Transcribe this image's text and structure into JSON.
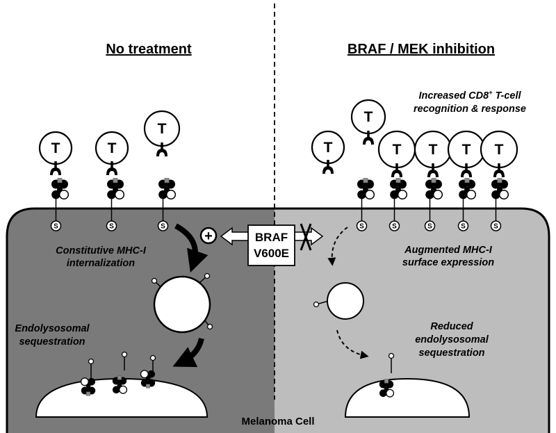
{
  "headings": {
    "left": "No treatment",
    "right": "BRAF / MEK inhibition"
  },
  "annotations": {
    "recognition_line1": "Increased CD8",
    "recognition_sup": "+",
    "recognition_line1_end": " T-cell",
    "recognition_line2": "recognition & response",
    "internalization_line1": "Constitutive MHC-I",
    "internalization_line2": "internalization",
    "augmented_line1": "Augmented MHC-I",
    "augmented_line2": "surface expression",
    "sequestration_line1": "Endolysosomal",
    "sequestration_line2": "sequestration",
    "reduced_line1": "Reduced",
    "reduced_line2": "endolysosomal",
    "reduced_line3": "sequestration"
  },
  "braf_box": {
    "line1": "BRAF",
    "line2": "V600E",
    "plus_sign": "+"
  },
  "cell_markers": {
    "t_cell": "T",
    "s_label": "S"
  },
  "caption": "Melanoma Cell",
  "colors": {
    "untreated_cytoplasm": "#7a7a7a",
    "treated_cytoplasm": "#bdbdbd",
    "peptide": "#8c8c8c",
    "outline": "#000000"
  }
}
